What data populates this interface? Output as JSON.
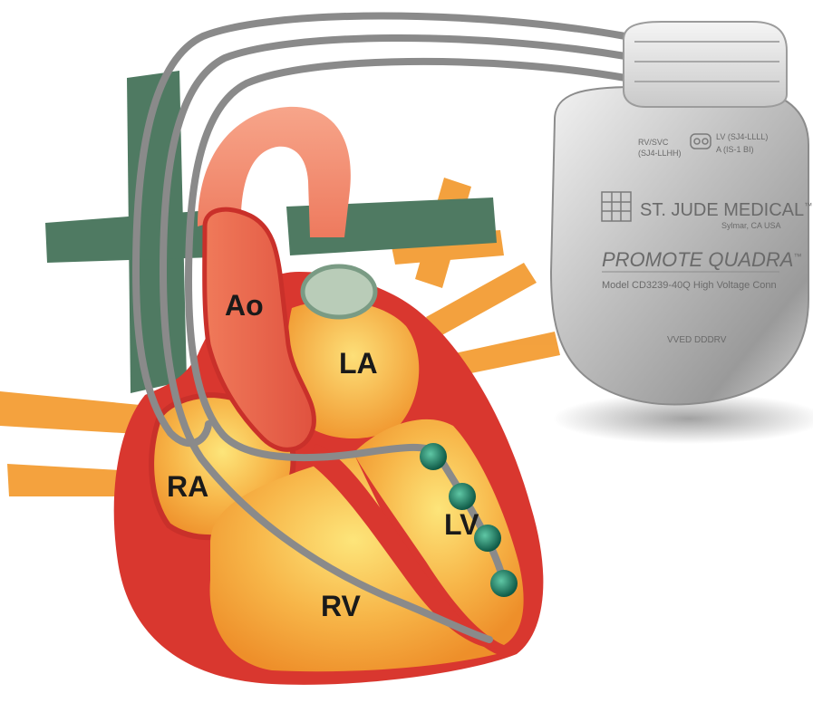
{
  "heart_labels": {
    "aorta": "Ao",
    "left_atrium": "LA",
    "right_atrium": "RA",
    "left_ventricle": "LV",
    "right_ventricle": "RV"
  },
  "device": {
    "brand": "ST. JUDE MEDICAL",
    "trademark": "™",
    "location": "Sylmar, CA USA",
    "model_name": "PROMOTE QUADRA",
    "model_trademark": "™",
    "model_line": "Model CD3239-40Q High Voltage Conn",
    "mode": "VVED DDDRV",
    "port_rv": "RV/SVC",
    "port_rv_spec": "(SJ4-LLHH)",
    "port_lv": "LV (SJ4-LLLL)",
    "port_a": "A (IS-1 BI)"
  },
  "colors": {
    "myocardium": "#d9372f",
    "chamber_fill": "#f4a63a",
    "aorta": "#e0553f",
    "veins": "#4f7a62",
    "vessels": "#f39a2e",
    "leads": "#8a8a8a",
    "electrodes": "#1f7a62",
    "device_shell": "#bdbdbd"
  }
}
